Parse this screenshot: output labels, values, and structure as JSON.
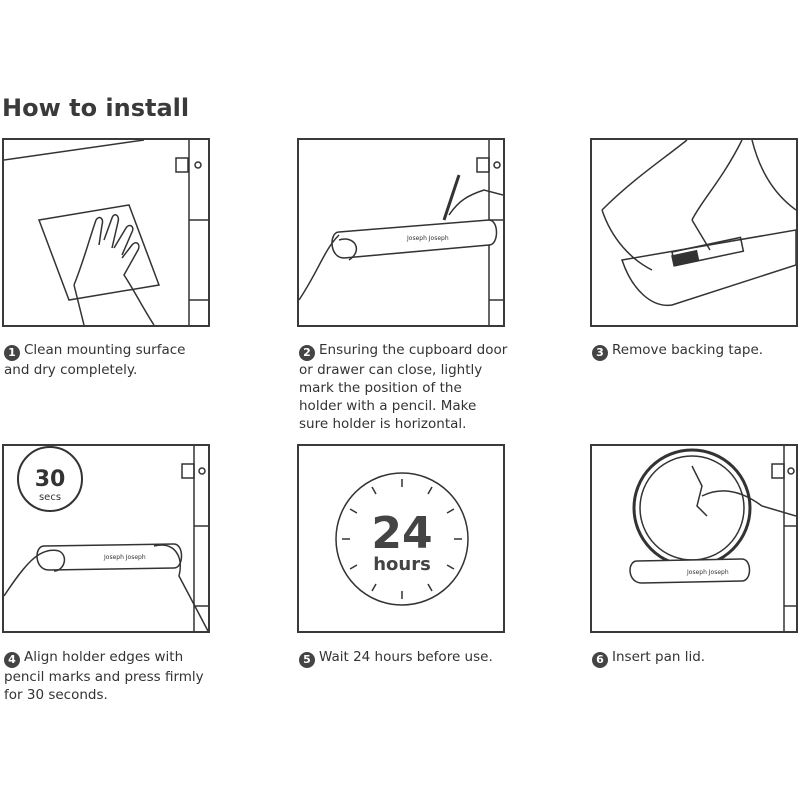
{
  "title": "How to install",
  "logo_text": "Joseph Joseph",
  "steps": [
    {
      "num": "1",
      "text": "Clean mounting surface and dry completely."
    },
    {
      "num": "2",
      "text": "Ensuring the cupboard door or drawer can close, lightly mark the position of the holder with a pencil. Make sure holder is horizontal."
    },
    {
      "num": "3",
      "text": "Remove backing tape."
    },
    {
      "num": "4",
      "text": "Align holder edges with pencil marks and press firmly for 30 seconds."
    },
    {
      "num": "5",
      "text": "Wait 24 hours before use."
    },
    {
      "num": "6",
      "text": "Insert pan lid."
    }
  ],
  "timer": {
    "value": "30",
    "unit": "secs"
  },
  "clock": {
    "value": "24",
    "unit": "hours"
  }
}
